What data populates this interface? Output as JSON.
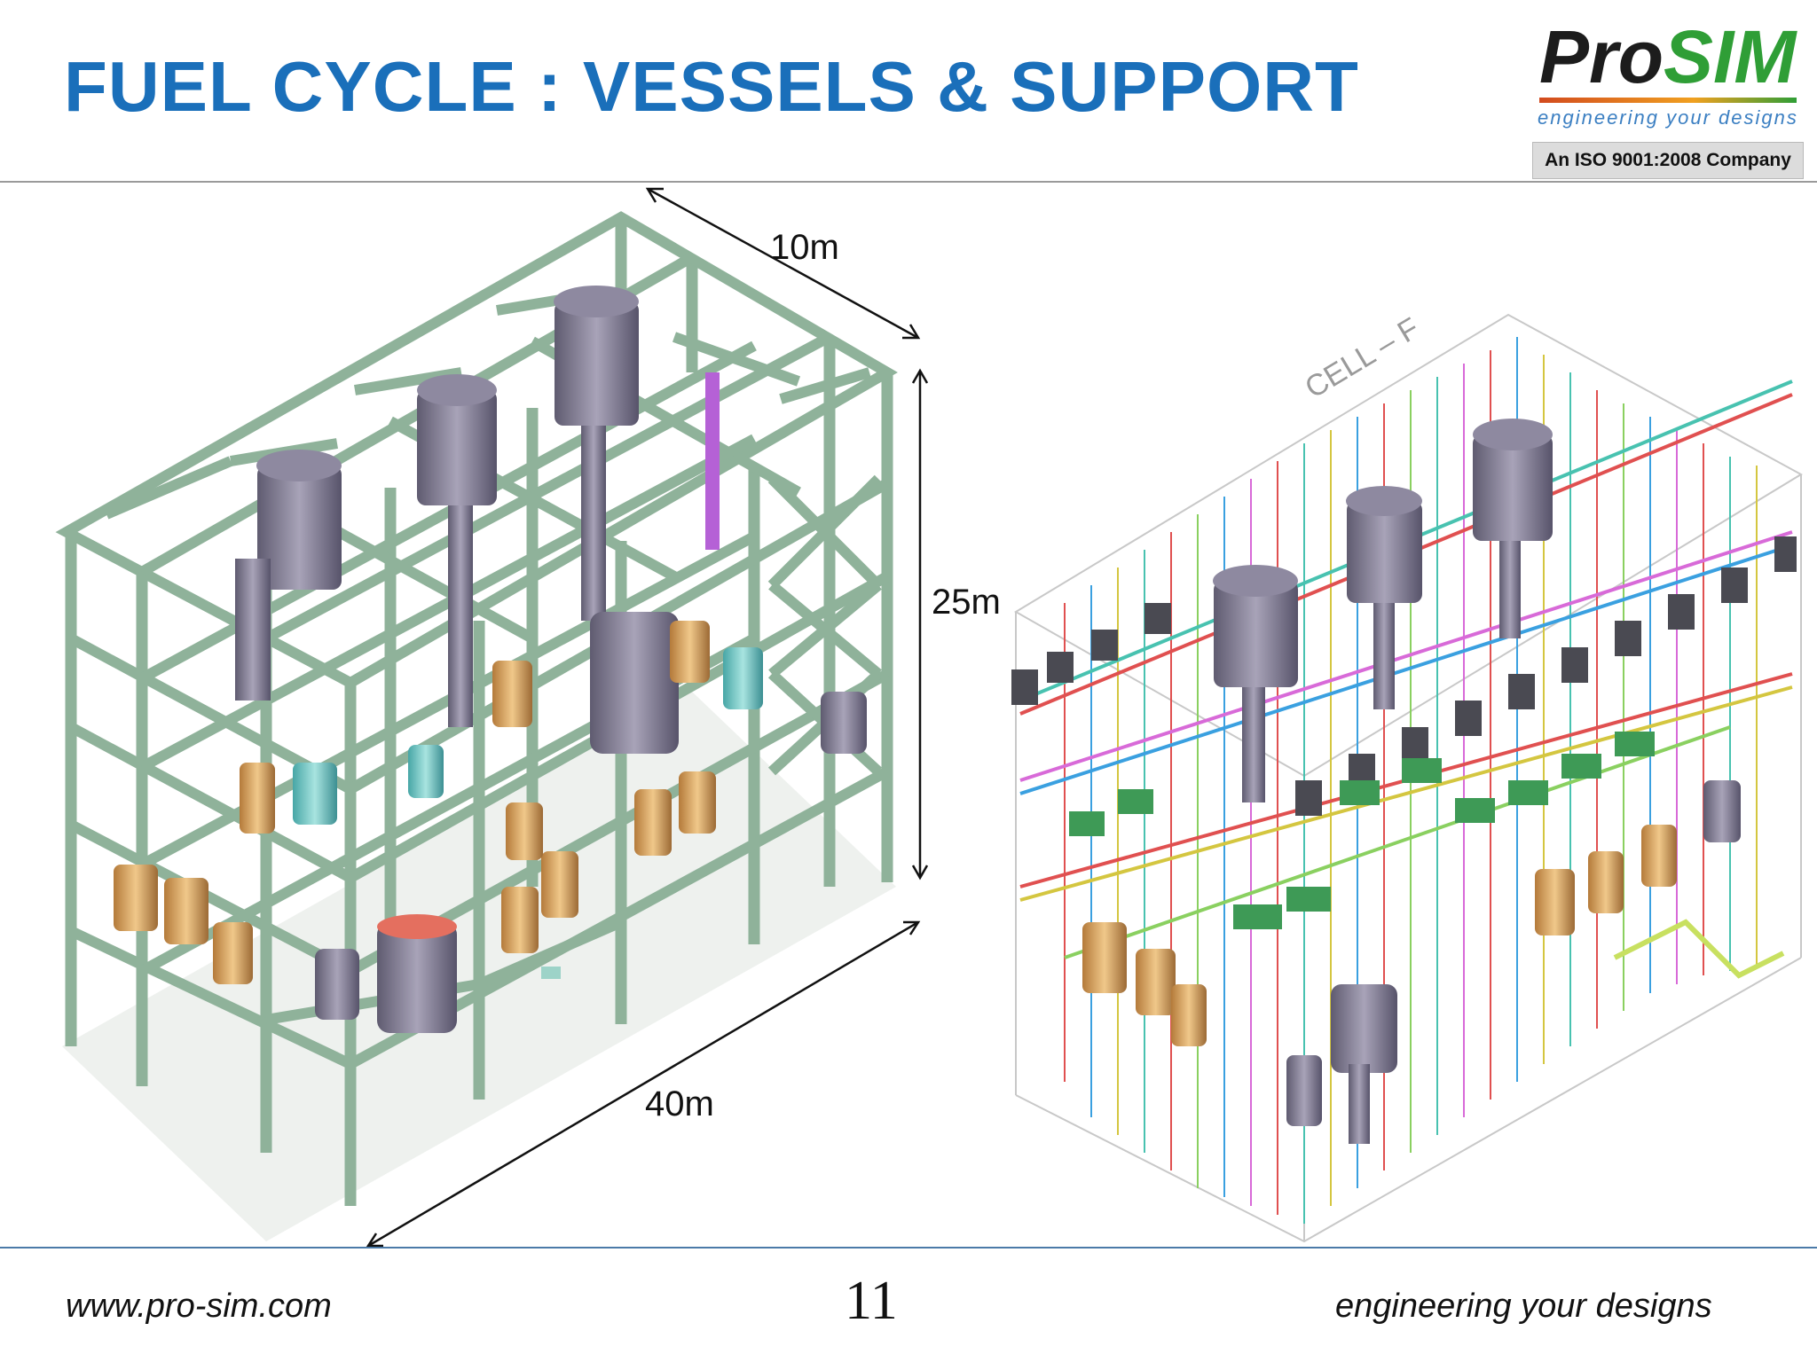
{
  "slide": {
    "title": "FUEL CYCLE : VESSELS & SUPPORT",
    "page_number": "11"
  },
  "logo": {
    "brand_part1": "Pro",
    "brand_part2": "SIM",
    "tagline": "engineering your designs",
    "certification": "An ISO 9001:2008 Company",
    "colors": {
      "pro": "#1c1c1c",
      "sim": "#2f9e36",
      "tagline": "#3b7fc2"
    }
  },
  "left_figure": {
    "dimensions": {
      "depth": "10m",
      "height": "25m",
      "length": "40m"
    }
  },
  "right_figure": {
    "cell_label": "CELL – F"
  },
  "footer": {
    "website": "www.pro-sim.com",
    "tagline": "engineering your designs"
  },
  "colors": {
    "title": "#1a6fba",
    "steel": "#8fb29a",
    "vessel": "#7c7890",
    "rule_bottom": "#4b7aa8"
  }
}
